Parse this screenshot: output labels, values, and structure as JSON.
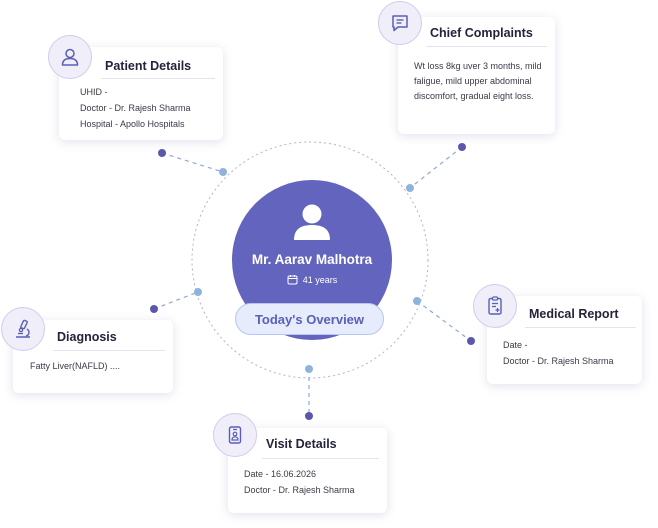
{
  "center": {
    "name": "Mr. Aarav Malhotra",
    "age": "41 years",
    "overview_label": "Today's Overview"
  },
  "patient_details": {
    "title": "Patient Details",
    "lines": [
      "UHID -",
      "Doctor - Dr. Rajesh Sharma",
      "Hospital - Apollo Hospitals"
    ],
    "icon": "user-icon"
  },
  "chief_complaints": {
    "title": "Chief Complaints",
    "text": "Wt loss 8kg uver 3 months, mild faligue, mild upper abdominal discomfort, gradual eight loss.",
    "icon": "chat-icon"
  },
  "diagnosis": {
    "title": "Diagnosis",
    "lines": [
      "Fatty Liver(NAFLD) ...."
    ],
    "icon": "microscope-icon"
  },
  "medical_report": {
    "title": "Medical Report",
    "lines": [
      "Date -",
      "Doctor - Dr. Rajesh Sharma"
    ],
    "icon": "report-icon"
  },
  "visit_details": {
    "title": "Visit Details",
    "lines": [
      "Date - 16.06.2026",
      "Doctor - Dr. Rajesh Sharma"
    ],
    "icon": "badge-icon"
  },
  "colors": {
    "accent": "#6364bd",
    "connector_dark": "#5b57ad",
    "connector_light": "#8fb4dc",
    "pill_bg": "#e6ecfb"
  }
}
